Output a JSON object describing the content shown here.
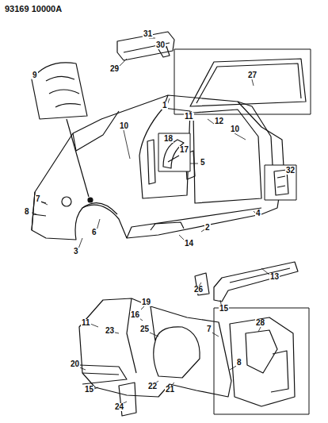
{
  "diagram": {
    "labels": [
      "93169 10000A",
      "31",
      "30",
      "29",
      "27",
      "9",
      "1",
      "11",
      "12",
      "10",
      "10",
      "18",
      "17",
      "5",
      "32",
      "7",
      "8",
      "6",
      "3",
      "2",
      "4",
      "14",
      "13",
      "26",
      "19",
      "16",
      "11",
      "23",
      "25",
      "7",
      "8",
      "20",
      "15",
      "22",
      "21",
      "24",
      "15",
      "28"
    ]
  }
}
